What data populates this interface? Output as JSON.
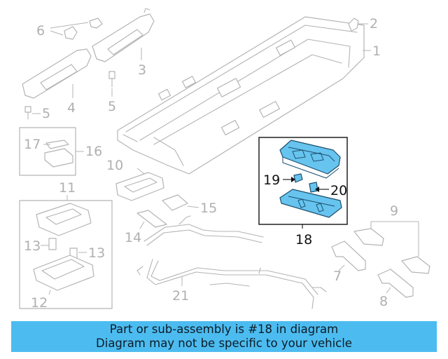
{
  "diagram": {
    "callouts": [
      "1",
      "2",
      "3",
      "4",
      "5",
      "6",
      "7",
      "8",
      "9",
      "10",
      "11",
      "12",
      "13",
      "14",
      "15",
      "16",
      "17",
      "18",
      "19",
      "20",
      "21"
    ],
    "highlight_color": "#66c4ef",
    "highlight_outline_color": "#1d4f6e",
    "faded_color": "#b4b4b4"
  },
  "banner": {
    "line1": "Part or sub-assembly is #18 in diagram",
    "line2": "Diagram may not be specific to your vehicle",
    "background": "#4cbcf0"
  }
}
